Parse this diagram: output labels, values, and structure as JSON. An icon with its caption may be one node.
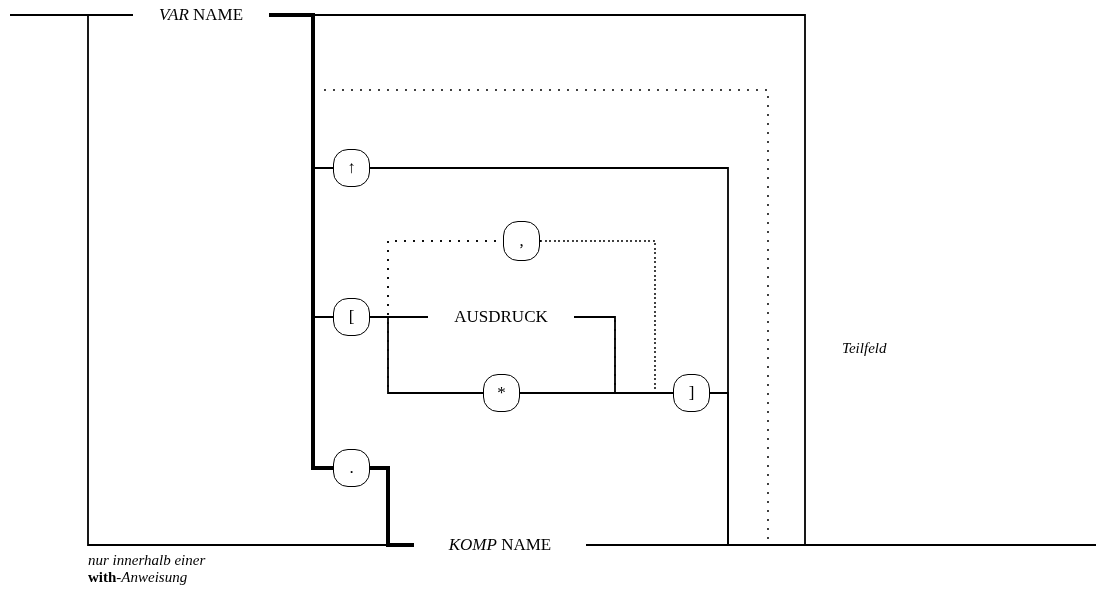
{
  "diagram": {
    "nodes": [
      {
        "text": [
          "*VAR* NAME"
        ]
      },
      {
        "text": [
          "↑"
        ]
      },
      {
        "text": [
          "["
        ]
      },
      {
        "text": [
          "AUSDRUCK"
        ]
      },
      {
        "text": [
          ","
        ]
      },
      {
        "text": [
          "*"
        ]
      },
      {
        "text": [
          "]"
        ]
      },
      {
        "text": [
          "."
        ]
      },
      {
        "text": [
          "*KOMP* NAME"
        ]
      }
    ],
    "edges": [
      {
        "from": null,
        "to": 0,
        "arrow": "none"
      },
      {
        "from": null,
        "to": 8,
        "arrow": "none"
      },
      {
        "from": 0,
        "to": 1,
        "arrow": "none"
      },
      {
        "from": 0,
        "to": 2,
        "arrow": "none"
      },
      {
        "from": 0,
        "to": 7,
        "arrow": "none",
        "style": "thick"
      },
      {
        "from": 0,
        "to": null,
        "arrow": "none"
      },
      {
        "from": 1,
        "to": null,
        "arrow": "none"
      },
      {
        "from": 2,
        "to": 3,
        "arrow": "none"
      },
      {
        "from": 2,
        "to": 5,
        "arrow": "none"
      },
      {
        "from": 3,
        "to": 6,
        "arrow": "none"
      },
      {
        "from": 5,
        "to": 6,
        "arrow": "none"
      },
      {
        "from": 6,
        "to": null,
        "arrow": "none"
      },
      {
        "from": 7,
        "to": 8,
        "arrow": "none",
        "style": "thick"
      },
      {
        "from": 8,
        "to": null,
        "arrow": "none"
      },
      {
        "from": 3,
        "to": 4,
        "arrow": "none",
        "style": "dashed"
      },
      {
        "from": 5,
        "to": 4,
        "arrow": "none",
        "style": "dashed"
      },
      {
        "from": 4,
        "to": 3,
        "arrow": "none",
        "style": "dashed"
      },
      {
        "from": 4,
        "to": 5,
        "arrow": "none",
        "style": "dashed"
      },
      {
        "from": 8,
        "to": null,
        "arrow": "none",
        "style": "dashed"
      }
    ],
    "labels": [
      "Teilfeld",
      "*nur innerhalb einer* **with**-*Anweisung*"
    ]
  }
}
